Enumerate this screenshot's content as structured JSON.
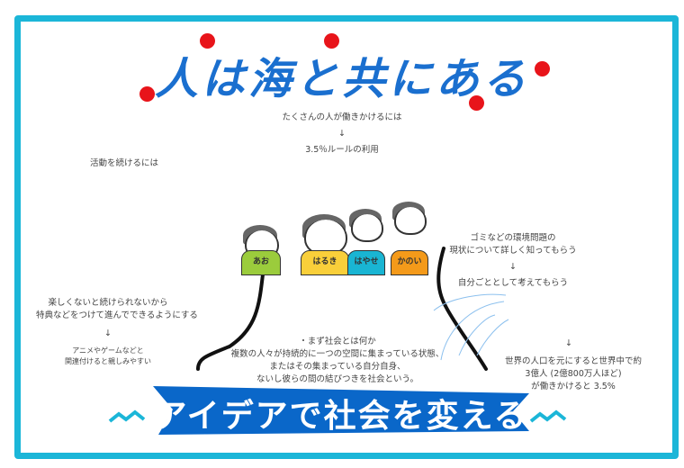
{
  "title": "人は海と共にある",
  "colors": {
    "frame": "#1bb6d8",
    "title": "#1a6fcf",
    "dots": "#e8141a",
    "banner": "#0a67c9"
  },
  "center_top": {
    "line1": "たくさんの人が働きかけるには",
    "arrow": "↓",
    "line2": "3.5％ルールの利用"
  },
  "left_top": {
    "label": "活動を続けるには"
  },
  "left_bottom": {
    "line1": "楽しくないと続けられないから",
    "line2": "特典などをつけて進んでできるようにする",
    "arrow": "↓",
    "line3": "アニメやゲームなどと",
    "line4": "関連付けると親しみやすい"
  },
  "center_bottom": {
    "line1": "・まず社会とは何か",
    "line2": "複数の人々が持続的に一つの空間に集まっている状態、",
    "line3": "またはその集まっている自分自身、",
    "line4": "ないし彼らの間の結びつきを社会という。"
  },
  "right_top": {
    "line1": "ゴミなどの環境問題の",
    "line2": "現状について詳しく知ってもらう",
    "arrow": "↓",
    "line3": "自分ごととして考えてもらう"
  },
  "right_bottom": {
    "arrow": "↓",
    "line1": "世界の人口を元にすると世界中で約",
    "line2": "3億人 (2億800万人ほど)",
    "line3": "が働きかけると 3.5%"
  },
  "kids": [
    {
      "name": "あお",
      "color": "#9bcc3c"
    },
    {
      "name": "はるき",
      "color": "#f9cf3a"
    },
    {
      "name": "はやせ",
      "color": "#19b5d3"
    },
    {
      "name": "かのい",
      "color": "#f49a1a"
    }
  ],
  "banner": {
    "text": "アイデアで社会を変える"
  }
}
